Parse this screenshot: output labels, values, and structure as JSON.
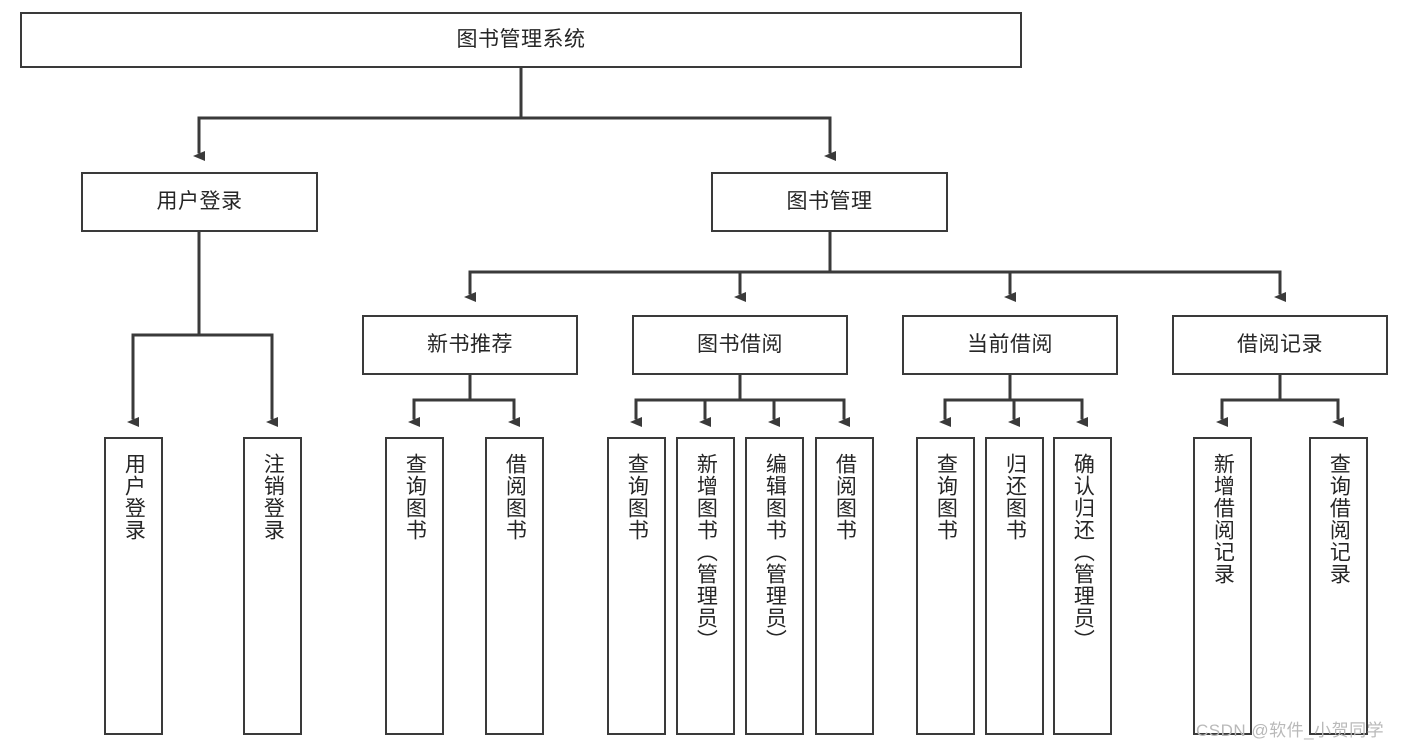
{
  "diagram": {
    "title": "图书管理系统",
    "type": "tree-hierarchy",
    "orientation": "top-down",
    "colors": {
      "stroke": "#3a3a3a",
      "fill": "#ffffff",
      "text": "#262626",
      "watermark": "#b9b9b9"
    }
  },
  "nodes": {
    "root": {
      "label": "图书管理系统"
    },
    "level1": [
      {
        "id": "user-login",
        "label": "用户登录"
      },
      {
        "id": "book-manage",
        "label": "图书管理"
      }
    ],
    "level2": [
      {
        "id": "new-book-recommend",
        "label": "新书推荐"
      },
      {
        "id": "book-borrow",
        "label": "图书借阅"
      },
      {
        "id": "current-borrow",
        "label": "当前借阅"
      },
      {
        "id": "borrow-record",
        "label": "借阅记录"
      }
    ],
    "leaves": {
      "user_login": [
        {
          "id": "leaf-user-login",
          "label": "用户登录"
        },
        {
          "id": "leaf-logout-login",
          "label": "注销登录"
        }
      ],
      "new_book_recommend": [
        {
          "id": "leaf-query-book-1",
          "label": "查询图书"
        },
        {
          "id": "leaf-borrow-book-1",
          "label": "借阅图书"
        }
      ],
      "book_borrow": [
        {
          "id": "leaf-query-book-2",
          "label": "查询图书"
        },
        {
          "id": "leaf-add-book",
          "label": "新增图书（管理员）"
        },
        {
          "id": "leaf-edit-book",
          "label": "编辑图书（管理员）"
        },
        {
          "id": "leaf-borrow-book-2",
          "label": "借阅图书"
        }
      ],
      "current_borrow": [
        {
          "id": "leaf-query-book-3",
          "label": "查询图书"
        },
        {
          "id": "leaf-return-book",
          "label": "归还图书"
        },
        {
          "id": "leaf-confirm-return",
          "label": "确认归还（管理员）"
        }
      ],
      "borrow_record": [
        {
          "id": "leaf-add-record",
          "label": "新增借阅记录"
        },
        {
          "id": "leaf-query-record",
          "label": "查询借阅记录"
        }
      ]
    }
  },
  "watermark": {
    "text": "CSDN @软件_小贺同学"
  }
}
